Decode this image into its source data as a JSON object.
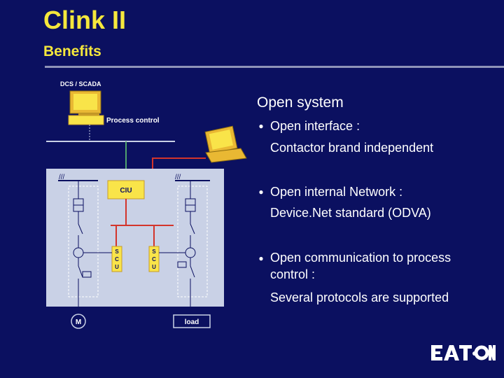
{
  "slide": {
    "title": "Clink II",
    "subtitle": "Benefits"
  },
  "diagram": {
    "dcs_label": "DCS / SCADA",
    "process_control_label": "Process control",
    "ciu_label": "CIU",
    "scu_letters": [
      "S",
      "C",
      "U"
    ],
    "motor_label": "M",
    "load_label": "load"
  },
  "content": {
    "heading": "Open system",
    "bullets": [
      {
        "text": "Open interface :",
        "sub": "Contactor brand independent"
      },
      {
        "text": "Open internal Network :",
        "sub": "Device.Net standard (ODVA)"
      },
      {
        "text": "Open communication to process control :",
        "sub": "Several protocols are supported"
      }
    ]
  },
  "logo": {
    "text": "EAT·N"
  },
  "colors": {
    "background": "#0b1060",
    "title": "#f5e73c",
    "panel": "#c9d1e6",
    "highlight": "#f9e449",
    "network_green": "#4fa26e",
    "network_red": "#d3342b"
  }
}
